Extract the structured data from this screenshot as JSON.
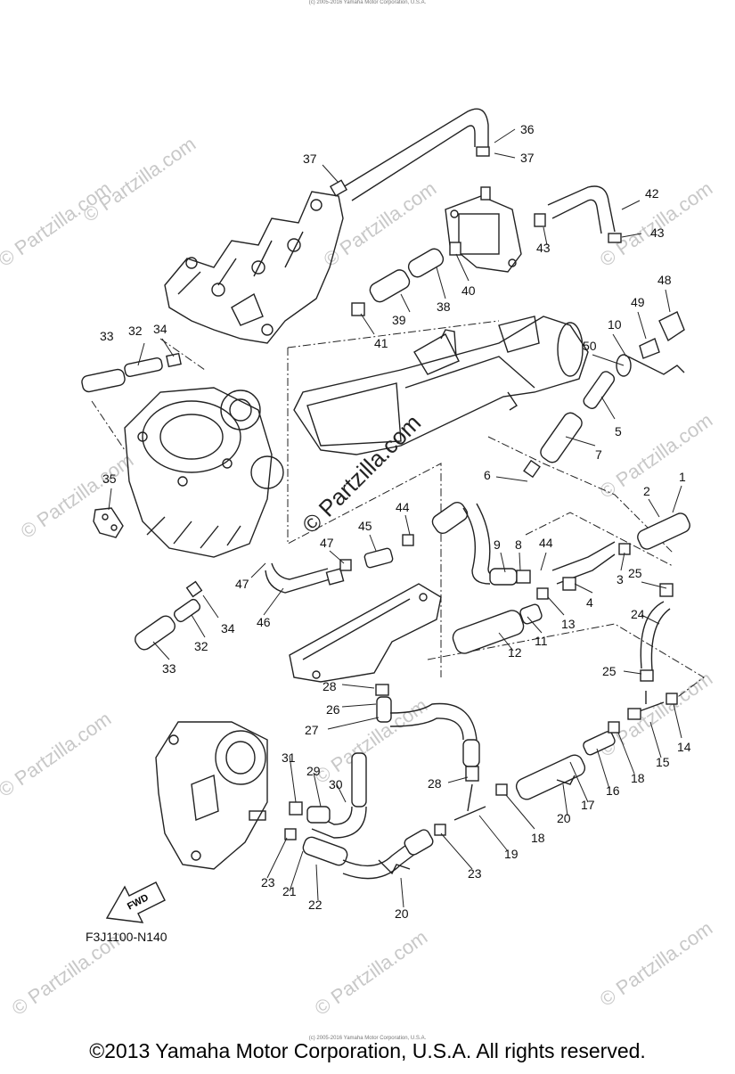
{
  "watermark": {
    "main": "© Partzilla.com",
    "faint": "© Partzilla.com"
  },
  "figure_code": "F3J1100-N140",
  "fwd_label": "FWD",
  "tiny_credit": "(c) 2005-2016 Yamaha Motor Corporation, U.S.A.",
  "top_credit": "(c) 2005-2016 Yamaha Motor Corporation, U.S.A.",
  "copyright": "©2013 Yamaha Motor Corporation, U.S.A. All rights reserved.",
  "callouts": [
    "36",
    "37",
    "37",
    "42",
    "43",
    "43",
    "38",
    "40",
    "39",
    "41",
    "33",
    "32",
    "34",
    "48",
    "49",
    "10",
    "50",
    "5",
    "7",
    "6",
    "1",
    "2",
    "35",
    "44",
    "45",
    "47",
    "9",
    "8",
    "44",
    "3",
    "25",
    "4",
    "13",
    "47",
    "46",
    "34",
    "32",
    "33",
    "11",
    "12",
    "24",
    "28",
    "26",
    "27",
    "25",
    "14",
    "15",
    "18",
    "16",
    "17",
    "20",
    "31",
    "29",
    "30",
    "28",
    "18",
    "19",
    "23",
    "21",
    "22",
    "20",
    "23"
  ]
}
